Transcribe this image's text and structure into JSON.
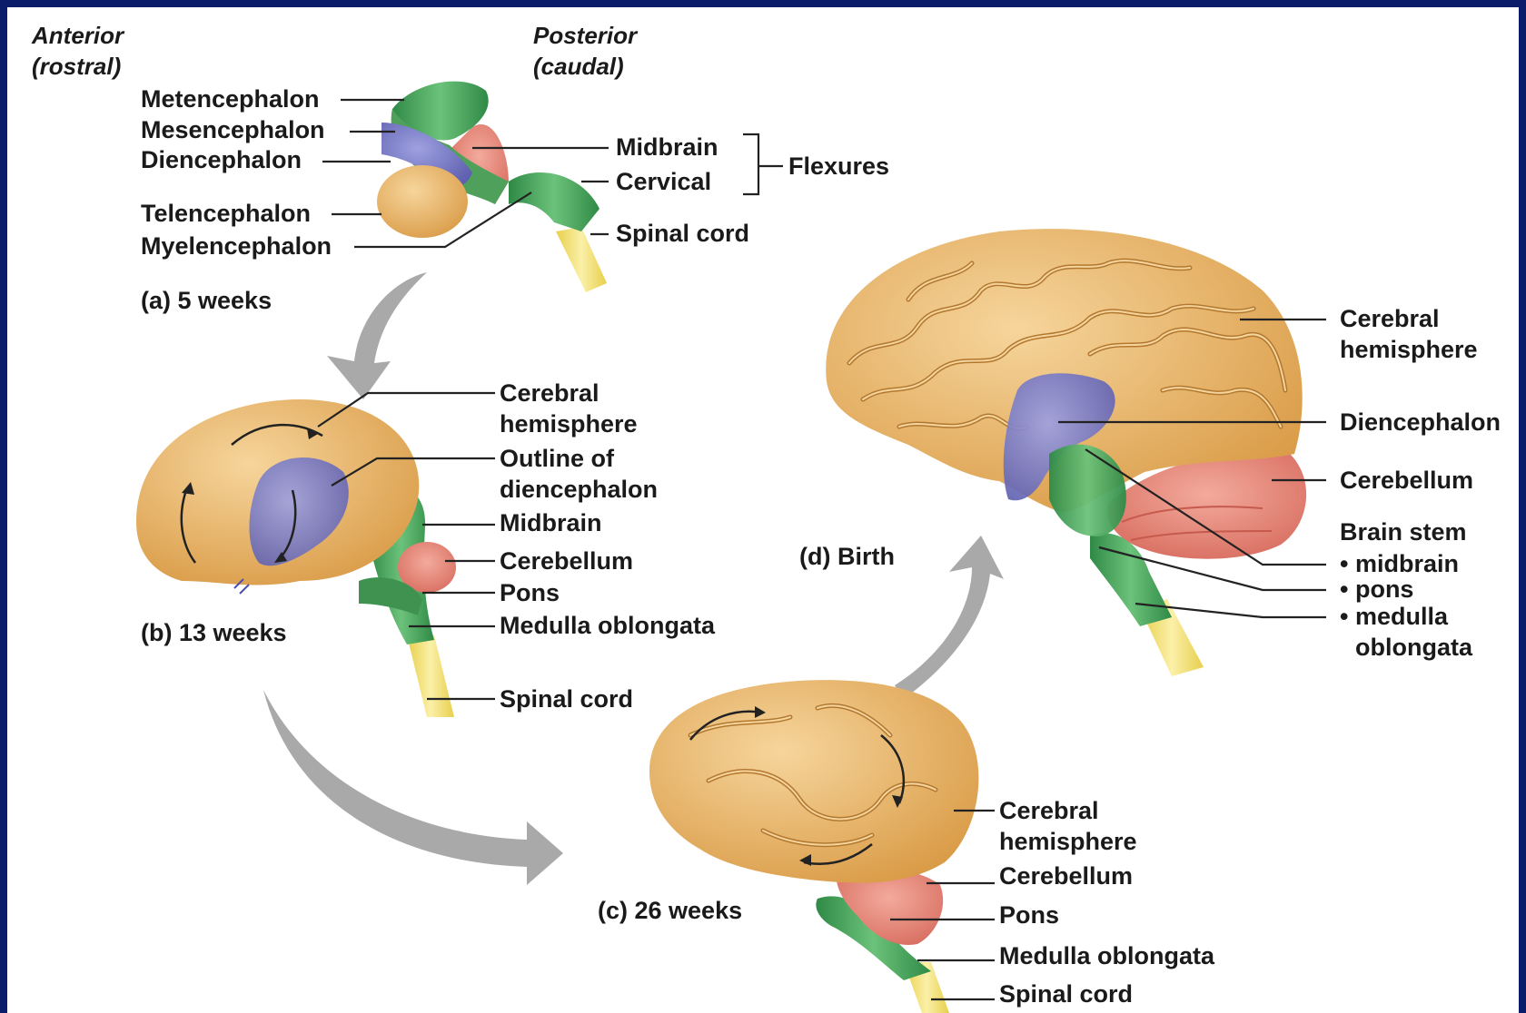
{
  "orientation": {
    "anterior": "Anterior",
    "anterior_sub": "(rostral)",
    "posterior": "Posterior",
    "posterior_sub": "(caudal)"
  },
  "panel_a": {
    "caption": "(a) 5 weeks",
    "labels": {
      "metencephalon": "Metencephalon",
      "mesencephalon": "Mesencephalon",
      "diencephalon": "Diencephalon",
      "telencephalon": "Telencephalon",
      "myelencephalon": "Myelencephalon",
      "midbrain": "Midbrain",
      "cervical": "Cervical",
      "spinal_cord": "Spinal cord",
      "flexures": "Flexures"
    }
  },
  "panel_b": {
    "caption": "(b) 13 weeks",
    "labels": {
      "cerebral_1": "Cerebral",
      "cerebral_2": "hemisphere",
      "outline_1": "Outline of",
      "outline_2": "diencephalon",
      "midbrain": "Midbrain",
      "cerebellum": "Cerebellum",
      "pons": "Pons",
      "medulla": "Medulla oblongata",
      "spinal_cord": "Spinal cord"
    }
  },
  "panel_c": {
    "caption": "(c) 26 weeks",
    "labels": {
      "cerebral_1": "Cerebral",
      "cerebral_2": "hemisphere",
      "cerebellum": "Cerebellum",
      "pons": "Pons",
      "medulla": "Medulla oblongata",
      "spinal_cord": "Spinal cord"
    }
  },
  "panel_d": {
    "caption": "(d) Birth",
    "labels": {
      "cerebral_1": "Cerebral",
      "cerebral_2": "hemisphere",
      "diencephalon": "Diencephalon",
      "cerebellum": "Cerebellum",
      "brain_stem": "Brain stem",
      "midbrain": "• midbrain",
      "pons": "• pons",
      "medulla_1": "• medulla",
      "medulla_2": "oblongata"
    }
  },
  "colors": {
    "forebrain": "#e7b267",
    "diencephalon": "#7c7ec8",
    "brainstem": "#4fa05a",
    "cerebellum": "#e4897c",
    "spinal": "#f1df6e",
    "arrow": "#a9a9a9",
    "frame": "#0b1c6b"
  }
}
